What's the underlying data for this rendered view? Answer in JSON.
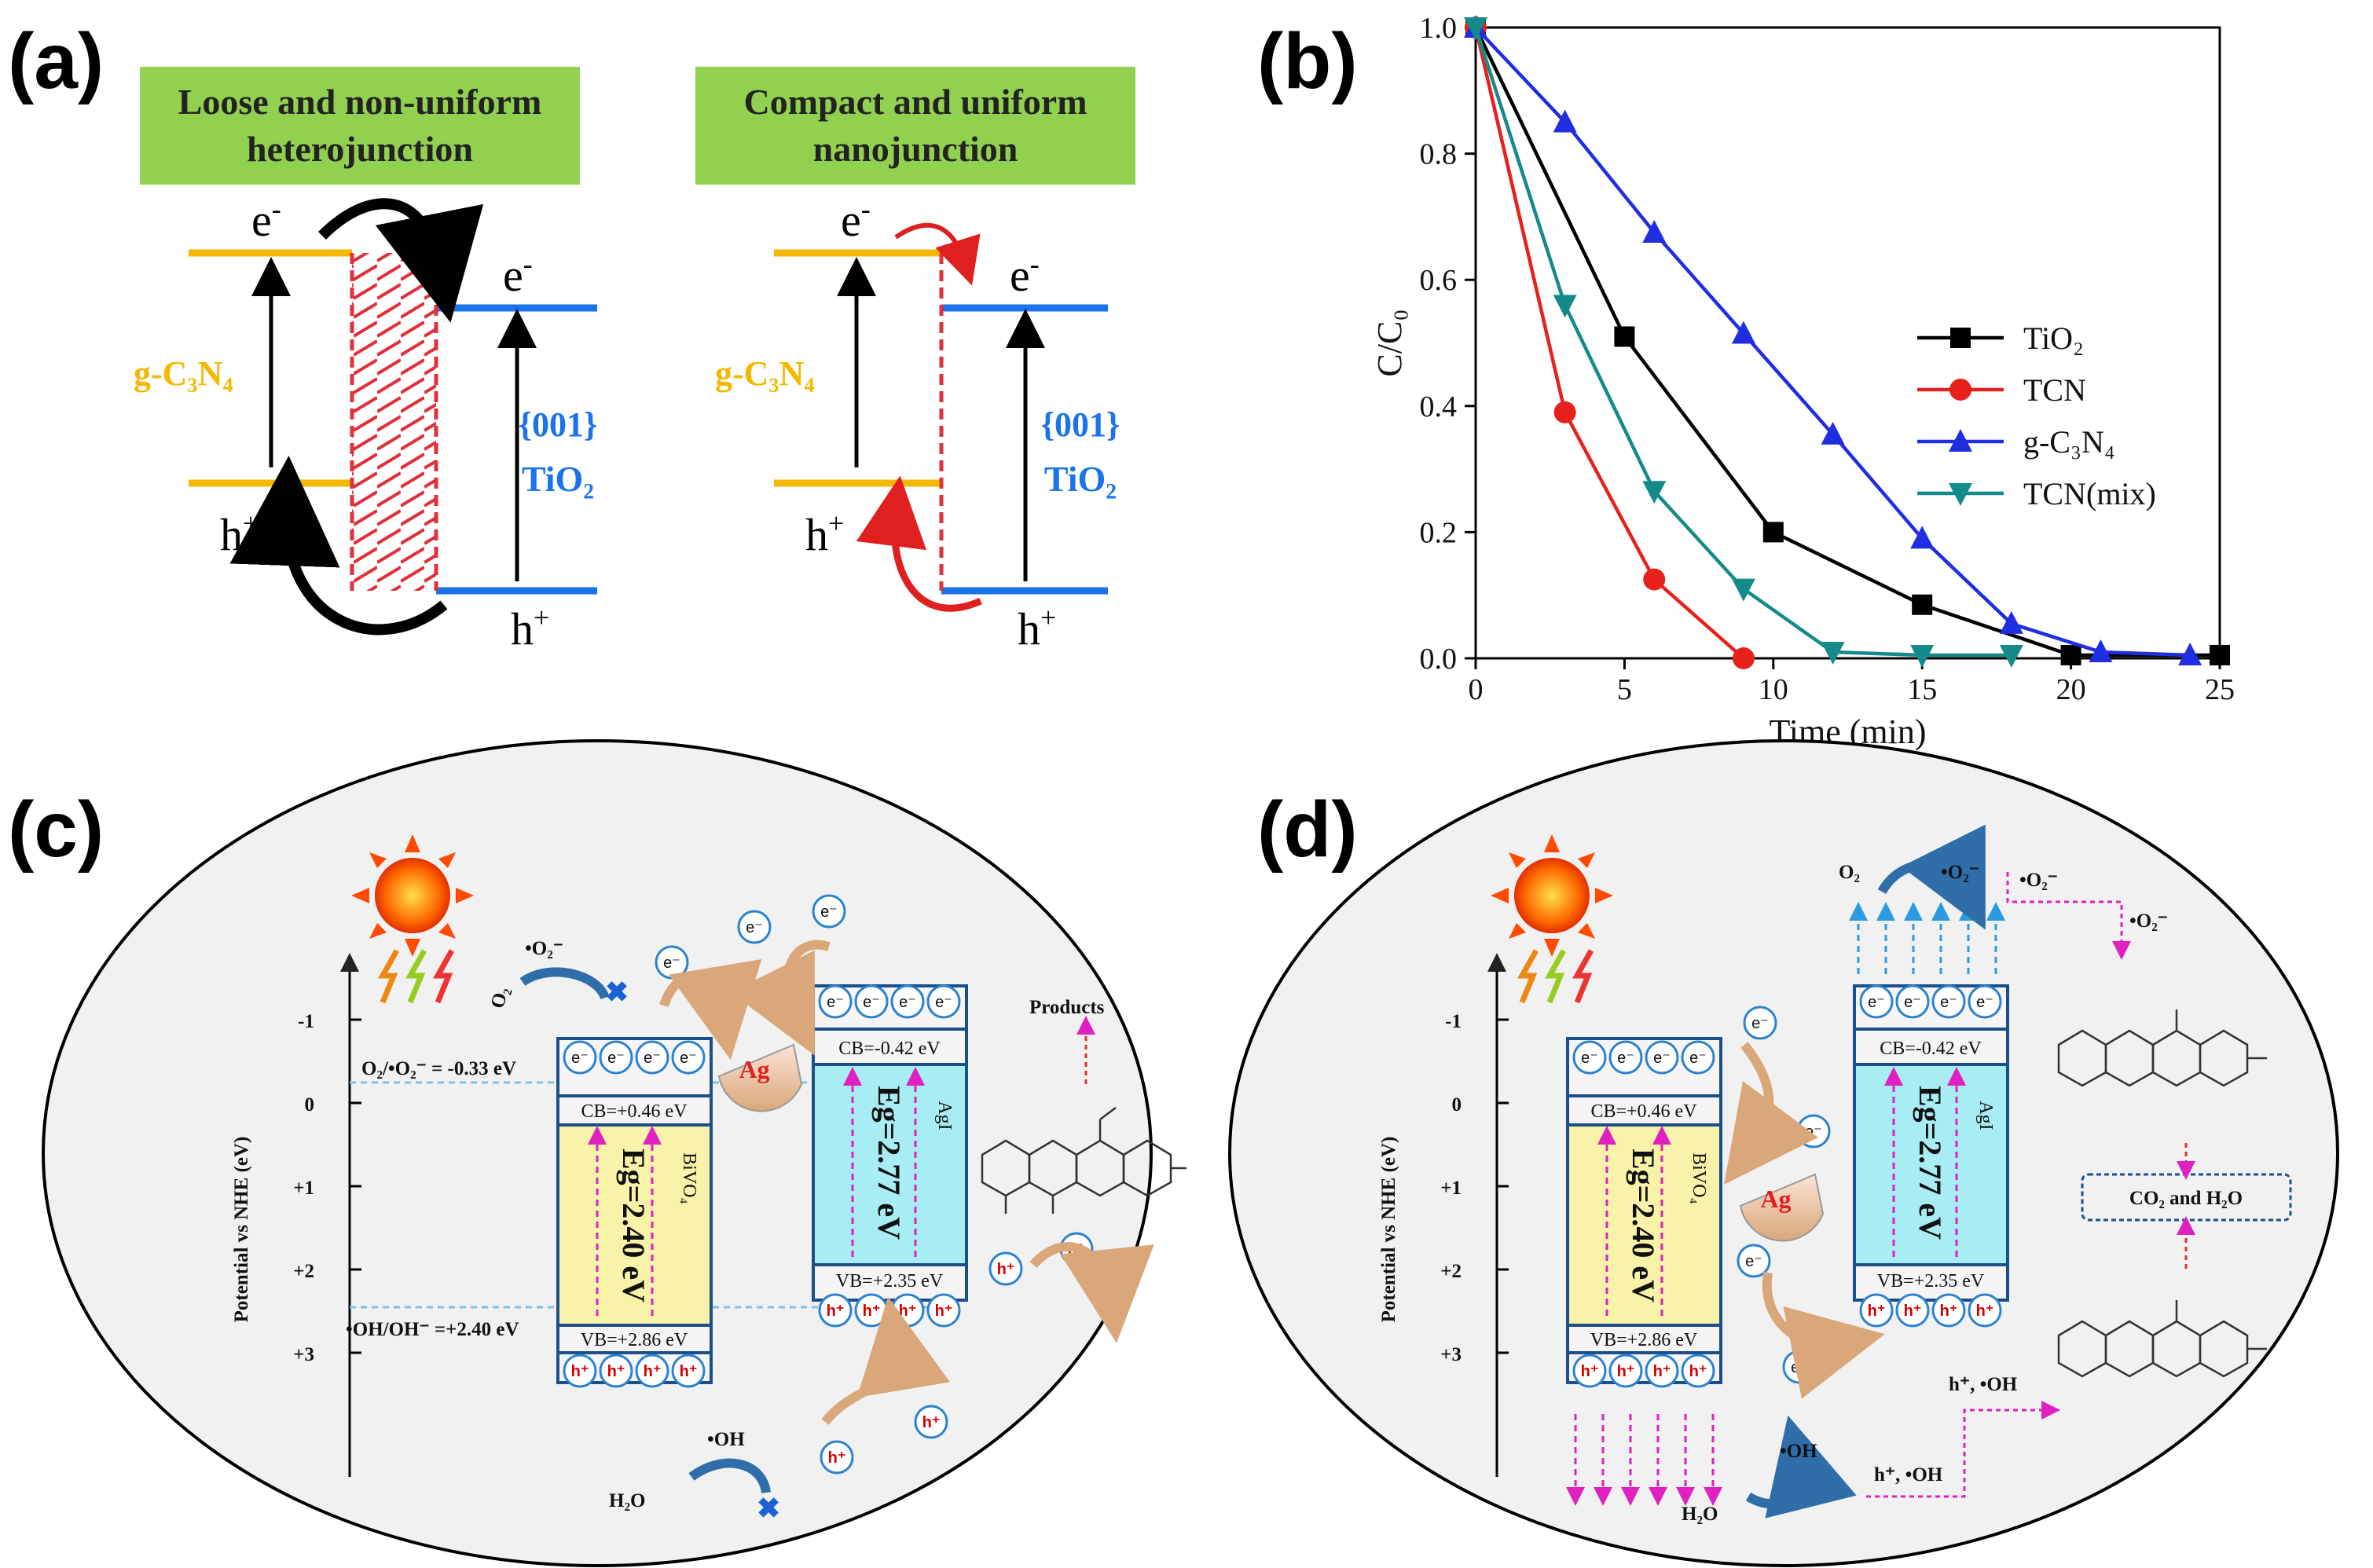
{
  "panels": {
    "a": {
      "label": "(a)",
      "left": {
        "header_line1": "Loose and non-uniform",
        "header_line2": "heterojunction",
        "e1": "e",
        "e2": "e",
        "h1": "h",
        "h2": "h",
        "material_left": "g-C₃N₄",
        "facet": "{001}",
        "material_right": "TiO₂"
      },
      "right": {
        "header_line1": "Compact and uniform",
        "header_line2": "nanojunction",
        "e1": "e",
        "e2": "e",
        "h1": "h",
        "h2": "h",
        "material_left": "g-C₃N₄",
        "facet": "{001}",
        "material_right": "TiO₂"
      },
      "colors": {
        "header_bg": "#92d050",
        "gcn": "#f5b800",
        "tio2": "#1a73e8",
        "black_arrow": "#000000",
        "red_arrow": "#e02020",
        "hatch": "#e0303a"
      }
    },
    "b": {
      "label": "(b)",
      "chart_data": {
        "type": "line",
        "xlabel": "Time (min)",
        "ylabel": "C/C₀",
        "xlim": [
          0,
          25
        ],
        "ylim": [
          0,
          1.0
        ],
        "xticks": [
          0,
          5,
          10,
          15,
          20,
          25
        ],
        "yticks": [
          0.0,
          0.2,
          0.4,
          0.6,
          0.8,
          1.0
        ],
        "ytick_labels": [
          "0.0",
          "0.2",
          "0.4",
          "0.6",
          "0.8",
          "1.0"
        ],
        "legend_position": "center-right",
        "series": [
          {
            "name": "TiO₂",
            "color": "#000000",
            "marker": "square",
            "x": [
              0,
              5,
              10,
              15,
              20,
              25
            ],
            "y": [
              1.0,
              0.51,
              0.2,
              0.085,
              0.005,
              0.005
            ]
          },
          {
            "name": "TCN",
            "color": "#e8201c",
            "marker": "circle",
            "x": [
              0,
              3,
              6,
              9
            ],
            "y": [
              1.0,
              0.39,
              0.125,
              0.0
            ]
          },
          {
            "name": "g-C₃N₄",
            "color": "#1f2ee0",
            "marker": "triangle-up",
            "x": [
              0,
              3,
              6,
              9,
              12,
              15,
              18,
              21,
              24
            ],
            "y": [
              1.0,
              0.85,
              0.675,
              0.515,
              0.355,
              0.19,
              0.055,
              0.01,
              0.005
            ]
          },
          {
            "name": "TCN(mix)",
            "color": "#158a8a",
            "marker": "triangle-down",
            "x": [
              0,
              3,
              6,
              9,
              12,
              15,
              18
            ],
            "y": [
              1.0,
              0.56,
              0.265,
              0.11,
              0.01,
              0.005,
              0.005
            ]
          }
        ]
      }
    },
    "c": {
      "label": "(c)",
      "y_axis_label": "Potential vs NHE (eV)",
      "y_ticks": [
        "-1",
        "0",
        "+1",
        "+2",
        "+3"
      ],
      "o2_level": "O₂/•O₂⁻ = -0.33 eV",
      "oh_level": "•OH/OH⁻ =+2.40 eV",
      "bivo4": {
        "cb": "CB=+0.46 eV",
        "vb": "VB=+2.86 eV",
        "eg": "Eg=2.40 eV",
        "name": "BiVO₄"
      },
      "agi": {
        "cb": "CB=-0.42 eV",
        "vb": "VB=+2.35 eV",
        "eg": "Eg=2.77 eV",
        "name": "AgI"
      },
      "ag": "Ag",
      "o2": "O₂",
      "o2_rad": "•O₂⁻",
      "oh_rad": "•OH",
      "h2o": "H₂O",
      "products": "Products",
      "e_sym": "e⁻",
      "h_sym": "h⁺"
    },
    "d": {
      "label": "(d)",
      "y_axis_label": "Potential vs NHE (eV)",
      "y_ticks": [
        "-1",
        "0",
        "+1",
        "+2",
        "+3"
      ],
      "bivo4": {
        "cb": "CB=+0.46 eV",
        "vb": "VB=+2.86 eV",
        "eg": "Eg=2.40 eV",
        "name": "BiVO₄"
      },
      "agi": {
        "cb": "CB=-0.42 eV",
        "vb": "VB=+2.35 eV",
        "eg": "Eg=2.77 eV",
        "name": "AgI"
      },
      "ag": "Ag",
      "o2": "O₂",
      "o2_rad": "•O₂⁻",
      "oh_rad": "•OH",
      "h2o": "H₂O",
      "h_oh_1": "h⁺, •OH",
      "h_oh_2": "h⁺, •OH",
      "co2": "CO₂ and H₂O",
      "e_sym": "e⁻",
      "h_sym": "h⁺"
    }
  }
}
